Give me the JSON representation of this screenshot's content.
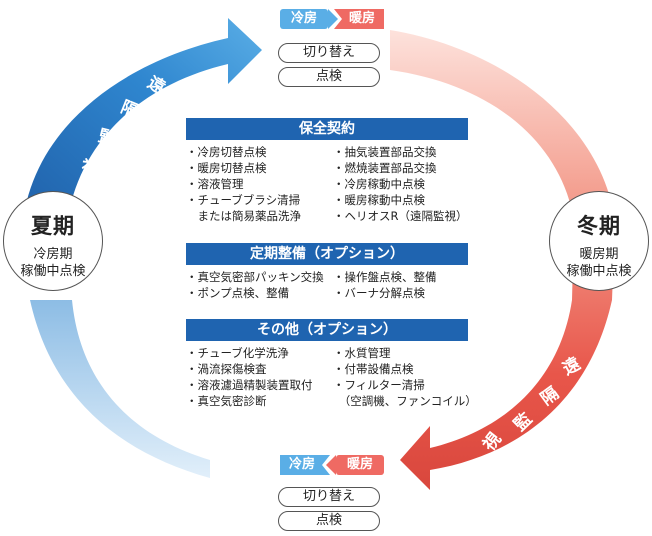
{
  "summer": {
    "title": "夏期",
    "line1": "冷房期",
    "line2": "稼働中点検"
  },
  "winter": {
    "title": "冬期",
    "line1": "暖房期",
    "line2": "稼働中点検"
  },
  "top_switch": {
    "cool": "冷房",
    "heat": "暖房",
    "switch": "切り替え",
    "inspect": "点検"
  },
  "bottom_switch": {
    "cool": "冷房",
    "heat": "暖房",
    "switch": "切り替え",
    "inspect": "点検"
  },
  "arc_left": [
    "遠",
    "隔",
    "監",
    "視"
  ],
  "arc_right": [
    "遠",
    "隔",
    "監",
    "視"
  ],
  "colors": {
    "blue": "#1f64b0",
    "red": "#e8564a",
    "mode_blue": "#5aaee6",
    "mode_red": "#ef6a63"
  },
  "sections": [
    {
      "title": "保全契約",
      "left": [
        "・冷房切替点検",
        "・暖房切替点検",
        "・溶液管理",
        "・チューブブラシ清掃",
        "　または簡易薬品洗浄"
      ],
      "right": [
        "・抽気装置部品交換",
        "・燃焼装置部品交換",
        "・冷房稼動中点検",
        "・暖房稼動中点検",
        "・ヘリオスR（遠隔監視）"
      ]
    },
    {
      "title": "定期整備（オプション）",
      "left": [
        "・真空気密部パッキン交換",
        "・ポンプ点検、整備"
      ],
      "right": [
        "・操作盤点検、整備",
        "・バーナ分解点検"
      ]
    },
    {
      "title": "その他（オプション）",
      "left": [
        "・チューブ化学洗浄",
        "・渦流探傷検査",
        "・溶液濾過精製装置取付",
        "・真空気密診断"
      ],
      "right": [
        "・水質管理",
        "・付帯設備点検",
        "・フィルター清掃",
        "　（空調機、ファンコイル）"
      ]
    }
  ]
}
